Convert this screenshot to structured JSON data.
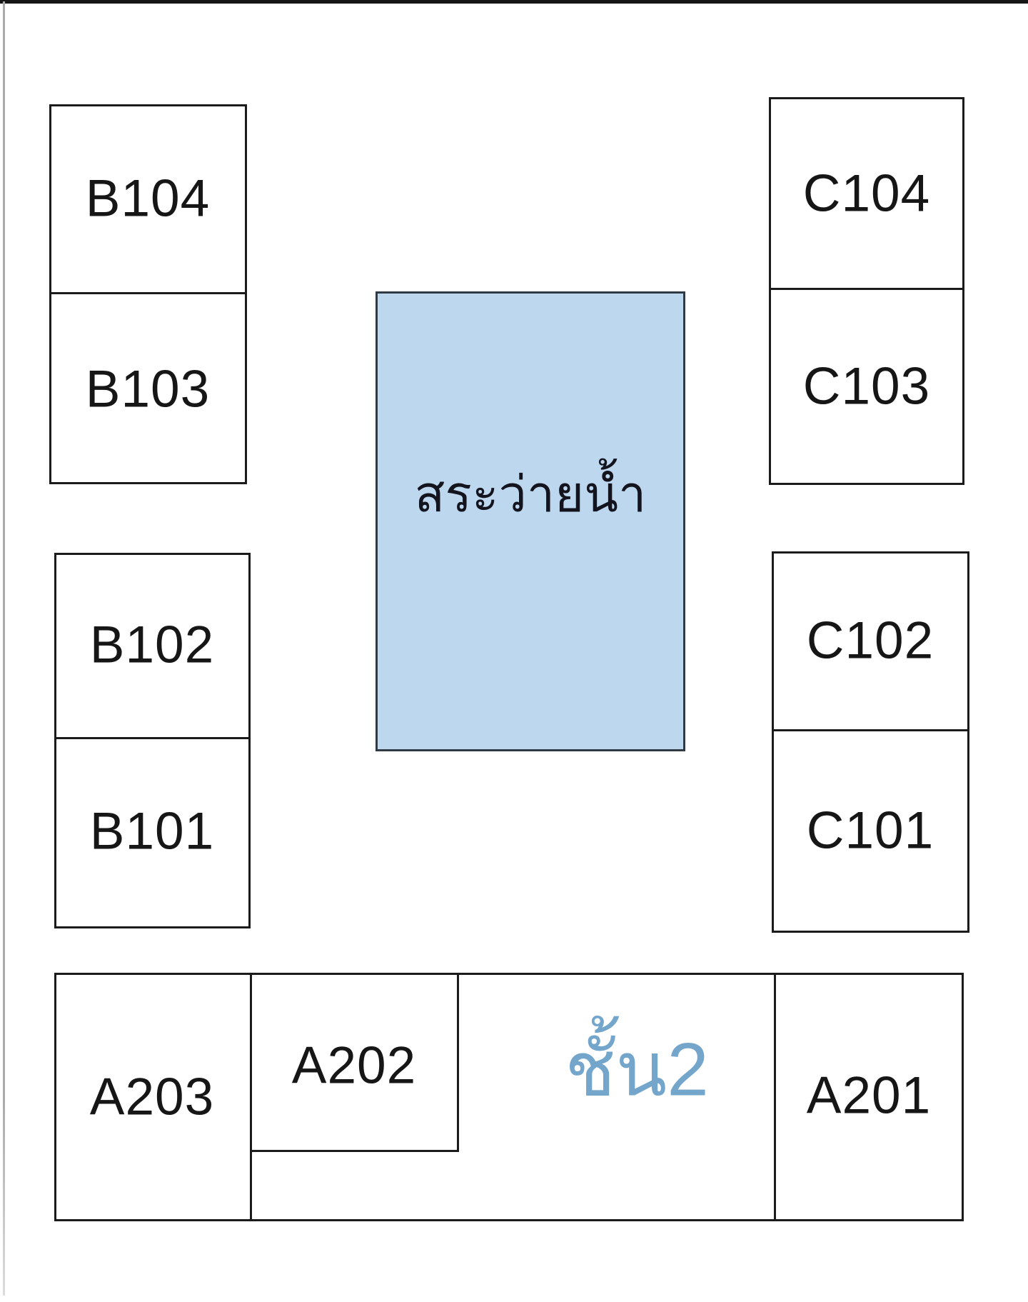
{
  "rooms": {
    "b104": "B104",
    "b103": "B103",
    "b102": "B102",
    "b101": "B101",
    "c104": "C104",
    "c103": "C103",
    "c102": "C102",
    "c101": "C101",
    "a203": "A203",
    "a202": "A202",
    "a201": "A201"
  },
  "pool": {
    "label": "สระว่ายน้ำ"
  },
  "floor": {
    "label": "ชั้น2"
  },
  "colors": {
    "page_bg": "#ffffff",
    "line": "#1b1b1b",
    "room_fill": "#ffffff",
    "pool_fill": "#bdd7ee",
    "pool_border": "#2f3a44",
    "floor_text": "#74a6cc",
    "label_text": "#161616",
    "page_edge": "#ababab",
    "top_bar": "#161616"
  }
}
